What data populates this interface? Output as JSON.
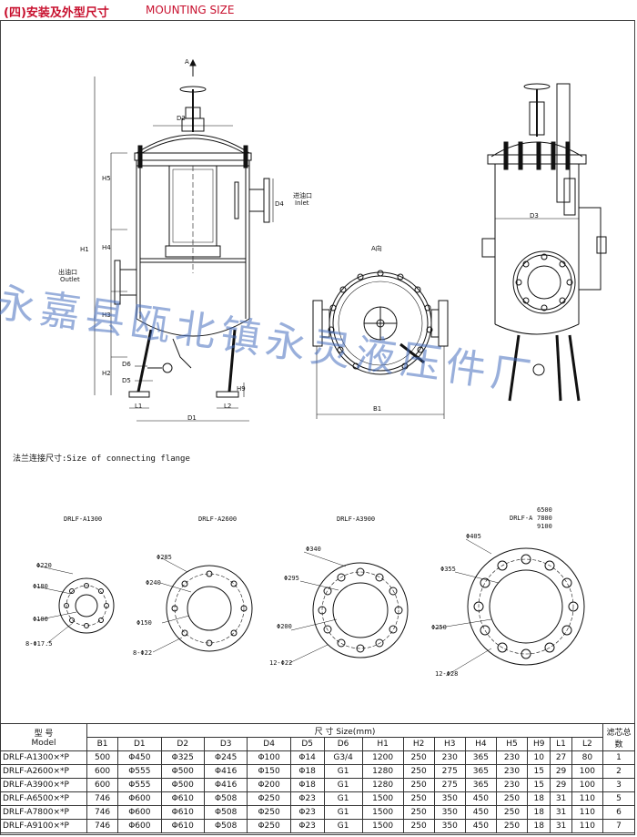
{
  "header": {
    "title_cn": "(四)安装及外型尺寸",
    "title_en": "MOUNTING SIZE"
  },
  "watermark": "永嘉县瓯北镇永灵液压件厂",
  "drawing_labels": {
    "arrow_a": "A",
    "view_a": "A向",
    "inlet_cn": "进油口",
    "inlet_en": "Inlet",
    "outlet_cn": "出油口",
    "outlet_en": "Outlet",
    "d1": "D1",
    "d2": "D2",
    "d3": "D3",
    "d4": "D4",
    "d5": "D5",
    "d6": "D6",
    "h1": "H1",
    "h2": "H2",
    "h3": "H3",
    "h4": "H4",
    "h5": "H5",
    "h9": "H9",
    "l1": "L1",
    "l2": "L2",
    "b1": "B1"
  },
  "flange": {
    "title": "法兰连接尺寸:Size of connecting flange",
    "items": [
      {
        "model": "DRLF-A1300",
        "outer": "Φ220",
        "bolt": "Φ180",
        "inner": "Φ100",
        "holes": "8-Φ17.5"
      },
      {
        "model": "DRLF-A2600",
        "outer": "Φ285",
        "bolt": "Φ240",
        "inner": "Φ150",
        "holes": "8-Φ22"
      },
      {
        "model": "DRLF-A3900",
        "outer": "Φ340",
        "bolt": "Φ295",
        "inner": "Φ200",
        "holes": "12-Φ22"
      },
      {
        "model_prefix": "DRLF-A",
        "model_variants": [
          "6500",
          "7800",
          "9100"
        ],
        "outer": "Φ405",
        "bolt": "Φ355",
        "inner": "Φ250",
        "holes": "12-Φ28"
      }
    ]
  },
  "table": {
    "model_header_cn": "型 号",
    "model_header_en": "Model",
    "size_header": "尺 寸 Size(mm)",
    "filter_header": "滤芯总数",
    "columns": [
      "B1",
      "D1",
      "D2",
      "D3",
      "D4",
      "D5",
      "D6",
      "H1",
      "H2",
      "H3",
      "H4",
      "H5",
      "H9",
      "L1",
      "L2"
    ],
    "rows": [
      {
        "model": "DRLF-A1300×*P",
        "values": [
          "500",
          "Φ450",
          "Φ325",
          "Φ245",
          "Φ100",
          "Φ14",
          "G3/4",
          "1200",
          "250",
          "230",
          "365",
          "230",
          "10",
          "27",
          "80"
        ],
        "count": "1"
      },
      {
        "model": "DRLF-A2600×*P",
        "values": [
          "600",
          "Φ555",
          "Φ500",
          "Φ416",
          "Φ150",
          "Φ18",
          "G1",
          "1280",
          "250",
          "275",
          "365",
          "230",
          "15",
          "29",
          "100"
        ],
        "count": "2"
      },
      {
        "model": "DRLF-A3900×*P",
        "values": [
          "600",
          "Φ555",
          "Φ500",
          "Φ416",
          "Φ200",
          "Φ18",
          "G1",
          "1280",
          "250",
          "275",
          "365",
          "230",
          "15",
          "29",
          "100"
        ],
        "count": "3"
      },
      {
        "model": "DRLF-A6500×*P",
        "values": [
          "746",
          "Φ600",
          "Φ610",
          "Φ508",
          "Φ250",
          "Φ23",
          "G1",
          "1500",
          "250",
          "350",
          "450",
          "250",
          "18",
          "31",
          "110"
        ],
        "count": "5"
      },
      {
        "model": "DRLF-A7800×*P",
        "values": [
          "746",
          "Φ600",
          "Φ610",
          "Φ508",
          "Φ250",
          "Φ23",
          "G1",
          "1500",
          "250",
          "350",
          "450",
          "250",
          "18",
          "31",
          "110"
        ],
        "count": "6"
      },
      {
        "model": "DRLF-A9100×*P",
        "values": [
          "746",
          "Φ600",
          "Φ610",
          "Φ508",
          "Φ250",
          "Φ23",
          "G1",
          "1500",
          "250",
          "350",
          "450",
          "250",
          "18",
          "31",
          "110"
        ],
        "count": "7"
      }
    ]
  }
}
